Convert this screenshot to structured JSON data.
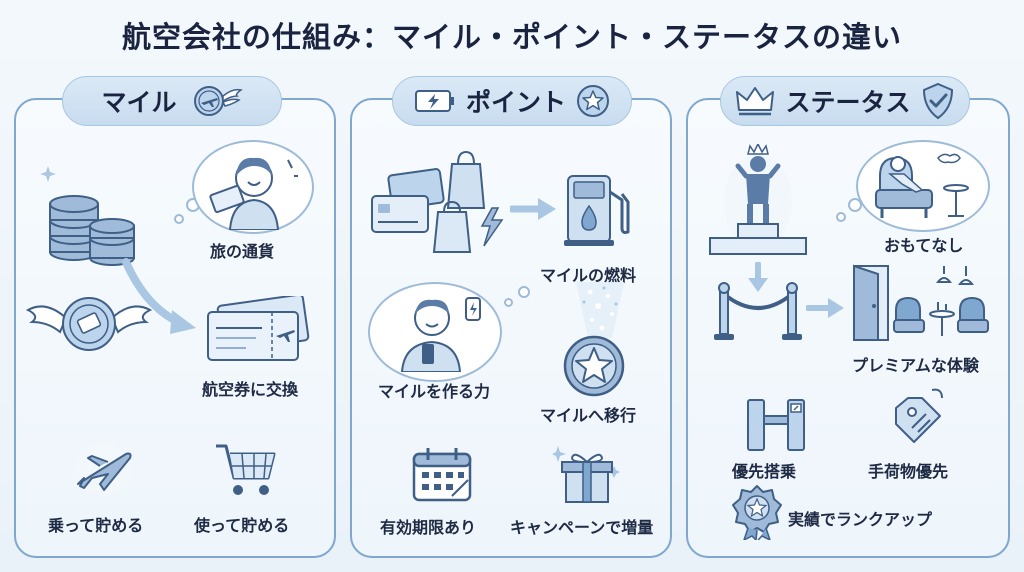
{
  "title": "航空会社の仕組み：マイル・ポイント・ステータスの違い",
  "colors": {
    "accent": "#7fa7cf",
    "icon_fill": "#bcd4ec",
    "icon_stroke": "#3f5f86",
    "pill": "#cfe0f1"
  },
  "mile": {
    "header": "マイル",
    "header_icon": "winged-plane-coin-icon",
    "items": [
      {
        "label": "旅の通貨",
        "icon": "happy-traveler-ticket-icon"
      },
      {
        "label": "航空券に交換",
        "icon": "airline-ticket-icon"
      },
      {
        "label": "乗って貯める",
        "icon": "airplane-icon"
      },
      {
        "label": "使って貯める",
        "icon": "shopping-cart-icon"
      }
    ]
  },
  "point": {
    "header": "ポイント",
    "header_icon": "star-coin-icon",
    "items": [
      {
        "label": "マイルの燃料",
        "icon": "fuel-pump-icon"
      },
      {
        "label": "マイルを作る力",
        "icon": "person-phone-icon"
      },
      {
        "label": "マイルへ移行",
        "icon": "star-coin-icon"
      },
      {
        "label": "有効期限あり",
        "icon": "calendar-icon"
      },
      {
        "label": "キャンペーンで増量",
        "icon": "gift-box-icon"
      }
    ]
  },
  "status": {
    "header": "ステータス",
    "header_icon": "shield-check-icon",
    "items": [
      {
        "label": "おもてなし",
        "icon": "lounge-chair-icon"
      },
      {
        "label": "プレミアムな体験",
        "icon": "lounge-room-icon"
      },
      {
        "label": "優先搭乗",
        "icon": "boarding-gate-icon"
      },
      {
        "label": "手荷物優先",
        "icon": "luggage-tag-icon"
      },
      {
        "label": "実績でランクアップ",
        "icon": "medal-star-icon"
      }
    ]
  }
}
